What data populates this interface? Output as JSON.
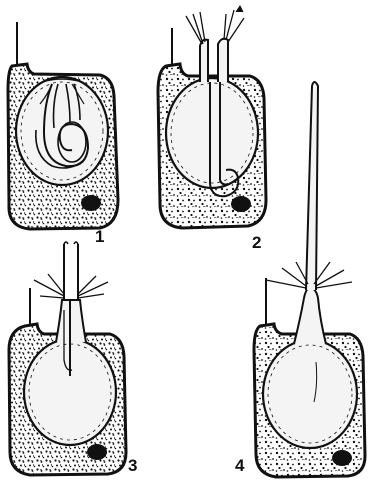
{
  "figure": {
    "stages": [
      {
        "label": "1"
      },
      {
        "label": "2"
      },
      {
        "label": "3"
      },
      {
        "label": "4"
      }
    ]
  },
  "colors": {
    "ink": "#111111",
    "background": "#ffffff",
    "capsule_fill": "#f4f4f4"
  }
}
